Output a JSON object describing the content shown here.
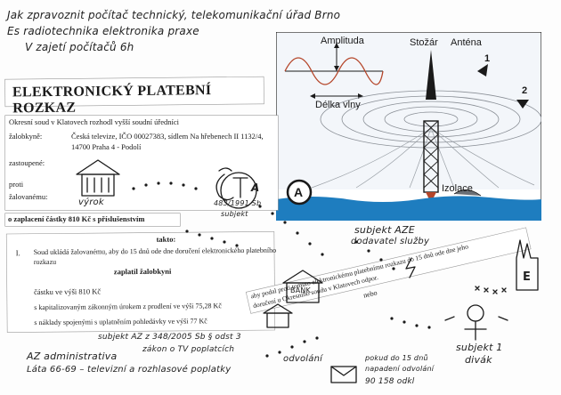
{
  "handwritten_header": {
    "line1": "Jak zpravoznit počítač technický, telekomunikační úřad Brno",
    "line2": "Es radiotechnika elektronika praxe",
    "line3": "V zajetí počítačů 6h"
  },
  "title": "ELEKTRONICKÝ PLATEBNÍ ROZKAZ",
  "court_line": "Okresní soud v Klatovech rozhodl vyšší soudní úředníci",
  "parties": {
    "plaintiff_label": "žalobkyně:",
    "plaintiff_value_1": "Česká televize, IČO 00027383, sídlem Na hřebenech II 1132/4,",
    "plaintiff_value_2": "14700  Praha 4 - Podolí",
    "represented_label": "zastoupené:",
    "against_label": "proti",
    "defendant_label": "žalovanému:"
  },
  "payment_heading": "o zaplacení částky 810 Kč s příslušenstvím",
  "takto": "takto:",
  "order": {
    "number": "I.",
    "text_1": "Soud ukládá žalovanému, aby do 15 dnů ode dne doručení elektronického platebního",
    "text_2": "rozkazu",
    "pay_label": "zaplatil žalobkyni",
    "amount_line": "částku ve výši 810 Kč",
    "interest_line": "s kapitalizovaným zákonným úrokem z prodlení ve výši 75,28 Kč",
    "costs_line": "s náklady spojenými s uplatněním pohledávky ve výši 77 Kč"
  },
  "right_clip": {
    "text_1": "aby podal proti tomuto elektronickému platebnímu rozkazu do 15 dnů ode dne jeho",
    "text_2": "doručení u Okresního soudu v Klatovech odpor.",
    "nebo": "nebo"
  },
  "diagram": {
    "amplitude": "Amplituda",
    "mast": "Stožár",
    "antenna": "Anténa",
    "wavelength": "Délka vlny",
    "insulation": "Izolace",
    "badge": "A",
    "arrow_1": "1",
    "arrow_2": "2"
  },
  "sketch_labels": {
    "vyrok": "výrok",
    "bank": "BANK",
    "cta_a": "A",
    "cta_num": "483/1991 Sb",
    "cta_sub": "subjekt",
    "subjekt_aze": "subjekt AZE",
    "dodavatel": "dodavatel služby",
    "subjekt_1": "subjekt 1",
    "divak": "divák",
    "e_letter": "E",
    "az_admin": "AZ  administrativa",
    "lata": "Láta 66-69 – televizní a rozhlasové poplatky",
    "zakon": "subjekt  AZ z 348/2005 Sb § odst 3",
    "zakon_2": "zákon o TV poplatcích",
    "odvolani": "odvolání",
    "pokud": "pokud do 15 dnů",
    "napade": "napadení odvolání",
    "kc": "90 158 odkl"
  },
  "colors": {
    "sky": "#eef4fb",
    "sea": "#1e7dbf",
    "ink": "#1a1a1a"
  }
}
